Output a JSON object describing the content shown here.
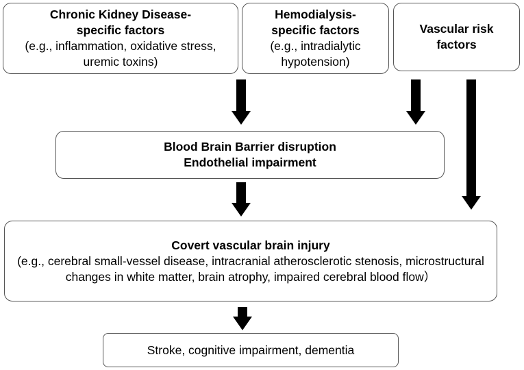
{
  "boxes": {
    "ckd": {
      "title": "Chronic Kidney Disease-specific factors",
      "sub": "(e.g., inflammation, oxidative stress, uremic toxins)"
    },
    "hd": {
      "title": "Hemodialysis-specific factors",
      "sub": "(e.g., intradialytic hypotension)"
    },
    "vascular": {
      "title": "Vascular risk factors"
    },
    "bbb": {
      "title_line1": "Blood Brain Barrier disruption",
      "title_line2": "Endothelial impairment"
    },
    "covert": {
      "title": "Covert vascular brain injury",
      "sub": "(e.g., cerebral small-vessel disease, intracranial atherosclerotic stenosis, microstructural changes in white matter, brain atrophy, impaired cerebral blood flow）"
    },
    "outcome": {
      "text": "Stroke, cognitive impairment, dementia"
    }
  }
}
